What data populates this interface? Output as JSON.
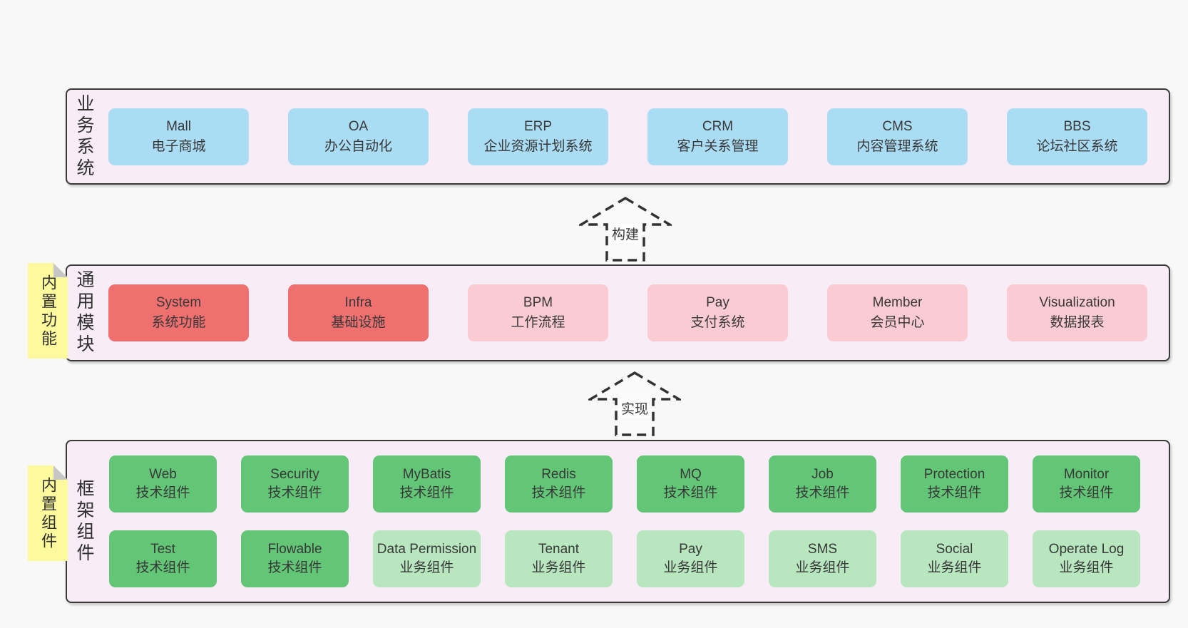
{
  "layers": {
    "business": {
      "label": "业务系统",
      "boxes": [
        {
          "name": "Mall",
          "desc": "电子商城"
        },
        {
          "name": "OA",
          "desc": "办公自动化"
        },
        {
          "name": "ERP",
          "desc": "企业资源计划系统"
        },
        {
          "name": "CRM",
          "desc": "客户关系管理"
        },
        {
          "name": "CMS",
          "desc": "内容管理系统"
        },
        {
          "name": "BBS",
          "desc": "论坛社区系统"
        }
      ]
    },
    "modules": {
      "label": "通用模块",
      "sticky": "内置功能",
      "boxes": [
        {
          "name": "System",
          "desc": "系统功能"
        },
        {
          "name": "Infra",
          "desc": "基础设施"
        },
        {
          "name": "BPM",
          "desc": "工作流程"
        },
        {
          "name": "Pay",
          "desc": "支付系统"
        },
        {
          "name": "Member",
          "desc": "会员中心"
        },
        {
          "name": "Visualization",
          "desc": "数据报表"
        }
      ]
    },
    "framework": {
      "label": "框架组件",
      "sticky": "内置组件",
      "row1": [
        {
          "name": "Web",
          "desc": "技术组件"
        },
        {
          "name": "Security",
          "desc": "技术组件"
        },
        {
          "name": "MyBatis",
          "desc": "技术组件"
        },
        {
          "name": "Redis",
          "desc": "技术组件"
        },
        {
          "name": "MQ",
          "desc": "技术组件"
        },
        {
          "name": "Job",
          "desc": "技术组件"
        },
        {
          "name": "Protection",
          "desc": "技术组件"
        },
        {
          "name": "Monitor",
          "desc": "技术组件"
        }
      ],
      "row2": [
        {
          "name": "Test",
          "desc": "技术组件"
        },
        {
          "name": "Flowable",
          "desc": "技术组件"
        },
        {
          "name": "Data Permission",
          "desc": "业务组件"
        },
        {
          "name": "Tenant",
          "desc": "业务组件"
        },
        {
          "name": "Pay",
          "desc": "业务组件"
        },
        {
          "name": "SMS",
          "desc": "业务组件"
        },
        {
          "name": "Social",
          "desc": "业务组件"
        },
        {
          "name": "Operate Log",
          "desc": "业务组件"
        }
      ]
    }
  },
  "arrows": {
    "build": "构建",
    "implement": "实现"
  },
  "colors": {
    "business_box": "#aadcf4",
    "core_module_box": "#f0706f",
    "optional_module_box": "#fbcbd3",
    "tech_component_box": "#63c677",
    "business_component_box": "#b8e6bf",
    "layer_background": "#f8edf7",
    "sticky_note": "#fcfa9d",
    "border": "#3a3a3a",
    "page_background": "#f8f8f8"
  }
}
